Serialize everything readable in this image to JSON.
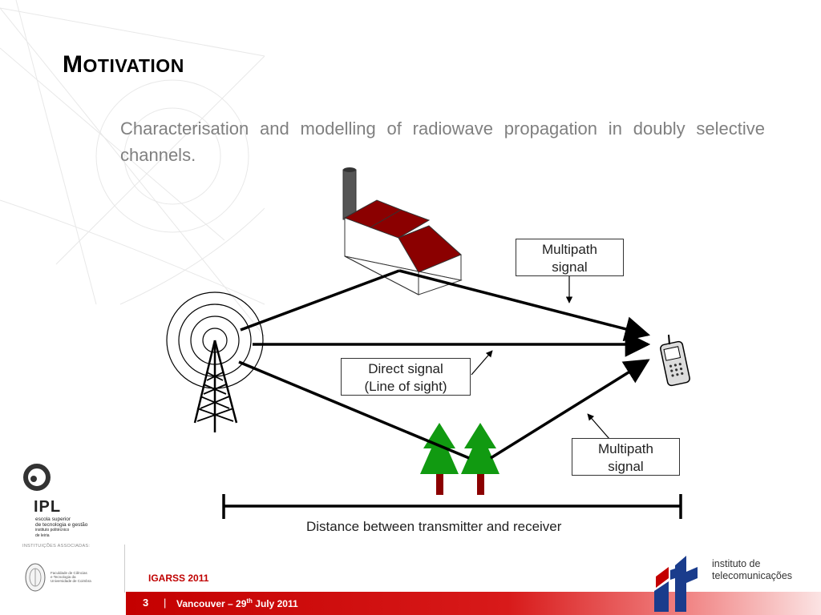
{
  "slide": {
    "title_first": "M",
    "title_rest": "OTIVATION",
    "bullet": "Characterisation and modelling of radiowave propagation in doubly selective channels."
  },
  "diagram": {
    "multipath_top_line1": "Multipath",
    "multipath_top_line2": "signal",
    "direct_line1": "Direct signal",
    "direct_line2": "(Line of sight)",
    "multipath_bottom_line1": "Multipath",
    "multipath_bottom_line2": "signal",
    "distance_label": "Distance between transmitter and receiver"
  },
  "logos": {
    "ipl_name": "IPL",
    "ipl_line1": "escola superior",
    "ipl_line2": "de tecnologia e gestão",
    "ipl_line3": "instituto politécnico",
    "ipl_line4": "de leiria",
    "associated": "INSTITUIÇÕES ASSOCIADAS:",
    "fctuc_line1": "Faculdade de Ciências",
    "fctuc_line2": "e Tecnologia da",
    "fctuc_line3": "Universidade de Coimbra",
    "it_line1": "instituto de",
    "it_line2": "telecomunicações"
  },
  "footer": {
    "conference": "IGARSS 2011",
    "page_number": "3",
    "separator": "|",
    "venue_prefix": "Vancouver – 29",
    "venue_sup": "th",
    "venue_suffix": " July 2011",
    "accent_color": "#c40000"
  }
}
